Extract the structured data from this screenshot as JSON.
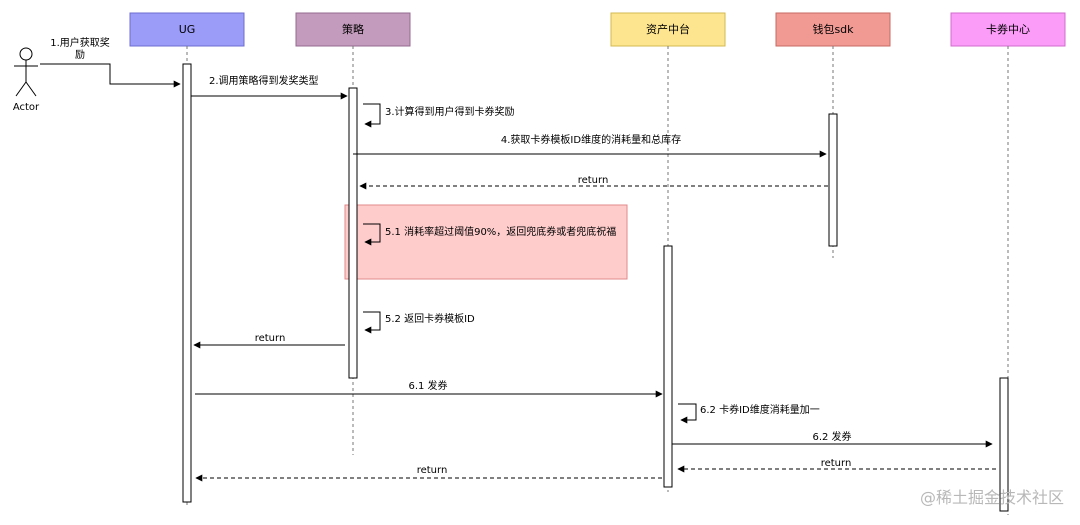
{
  "actor": {
    "name": "Actor",
    "trigger_line1": "1.用户获取奖",
    "trigger_line2": "励"
  },
  "participants": [
    {
      "name": "UG",
      "fill": "#9b9bf8",
      "stroke": "#6c6cd0"
    },
    {
      "name": "策略",
      "fill": "#c39bbd",
      "stroke": "#946a8f"
    },
    {
      "name": "资产中台",
      "fill": "#fde58f",
      "stroke": "#d4b950"
    },
    {
      "name": "钱包sdk",
      "fill": "#f19a94",
      "stroke": "#c86a63"
    },
    {
      "name": "卡券中心",
      "fill": "#fb9cf9",
      "stroke": "#d06bcd"
    }
  ],
  "messages": {
    "m2": "2.调用策略得到发奖类型",
    "m3": "3.计算得到用户得到卡券奖励",
    "m4": "4.获取卡券模板ID维度的消耗量和总库存",
    "m4_return": "return",
    "m51": "5.1 消耗率超过阈值90%，返回兜底券或者兜底祝福",
    "m52": "5.2 返回卡券模板ID",
    "m5_return": "return",
    "m61": "6.1 发券",
    "m62a": "6.2 卡券ID维度消耗量加一",
    "m62b": "6.2 发券",
    "m62_return": "return",
    "m6_return": "return"
  },
  "highlight_color": "#ffcccc",
  "watermark": "@稀土掘金技术社区"
}
